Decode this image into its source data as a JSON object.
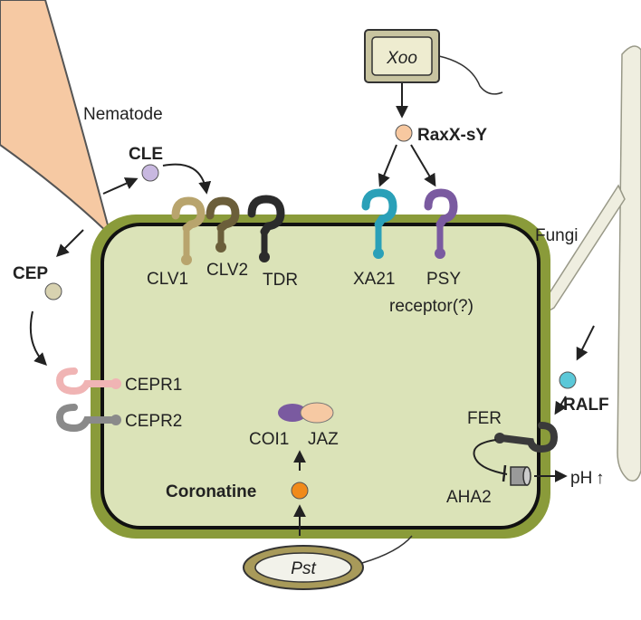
{
  "labels": {
    "nematode": "Nematode",
    "cle": "CLE",
    "cep": "CEP",
    "clv1": "CLV1",
    "clv2": "CLV2",
    "tdr": "TDR",
    "xoo": "Xoo",
    "raxx": "RaxX-sY",
    "xa21": "XA21",
    "psy": "PSY",
    "psy_receptor": "receptor(?)",
    "fungi": "Fungi",
    "ralf": "RALF",
    "fer": "FER",
    "aha2": "AHA2",
    "ph": "pH",
    "ph_arrow": "↑",
    "cepr1": "CEPR1",
    "cepr2": "CEPR2",
    "coi1": "COI1",
    "jaz": "JAZ",
    "coronatine": "Coronatine",
    "pst": "Pst"
  },
  "colors": {
    "cell_wall": "#8a9b3a",
    "cytoplasm": "#dbe3b8",
    "nematode": "#f6c9a3",
    "clv1": "#b8a46d",
    "clv2": "#6b5e3a",
    "tdr": "#2b2b2b",
    "xa21": "#2aa0b8",
    "psy": "#7a5aa0",
    "cepr1": "#f0b4b4",
    "cepr2": "#8a8a8a",
    "fer": "#3a3a3a",
    "cle": "#c8b8e0",
    "cep": "#d8d2b0",
    "raxx": "#f7c8a0",
    "ralf": "#5bc8d8",
    "coronatine": "#f08a1a",
    "coi1": "#7a5aa0",
    "jaz": "#f6c9a3",
    "pst_outer": "#a89a5a",
    "pst_inner": "#f2f2ea",
    "xoo_fill": "#eeecd0",
    "fungi": "#efeee0"
  }
}
